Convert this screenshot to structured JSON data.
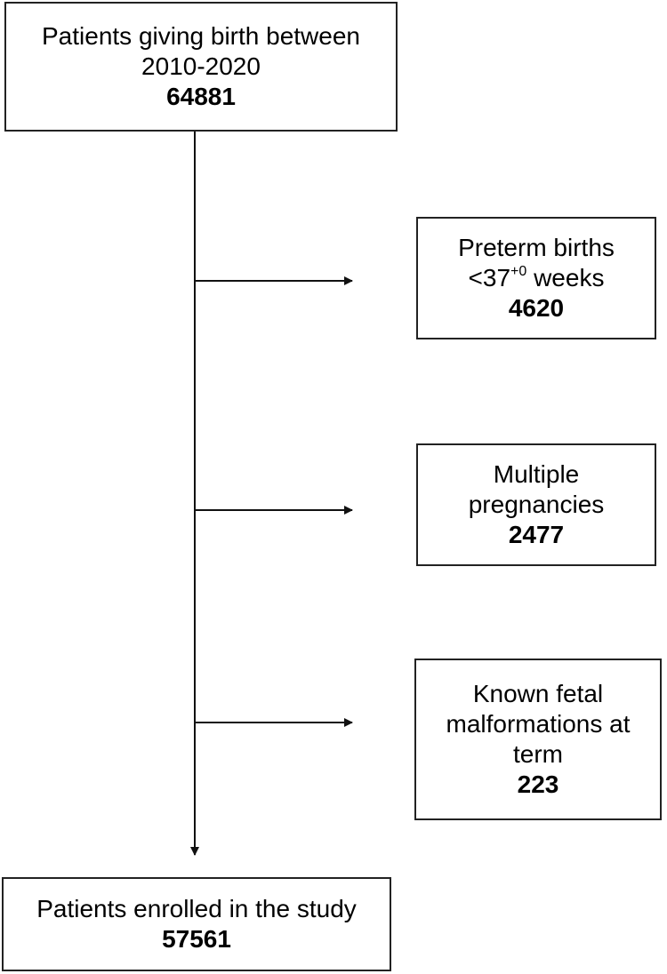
{
  "flow": {
    "start": {
      "line1": "Patients giving birth between",
      "line2": "2010-2020",
      "count": "64881"
    },
    "exclusions": [
      {
        "line1": "Preterm births",
        "line2_prefix": "<37",
        "line2_sup": "+0",
        "line2_suffix": " weeks",
        "count": "4620"
      },
      {
        "line1": "Multiple",
        "line2": "pregnancies",
        "count": "2477"
      },
      {
        "line1": "Known fetal",
        "line2": "malformations at",
        "line3": "term",
        "count": "223"
      }
    ],
    "end": {
      "line1": "Patients enrolled in the study",
      "count": "57561"
    }
  }
}
